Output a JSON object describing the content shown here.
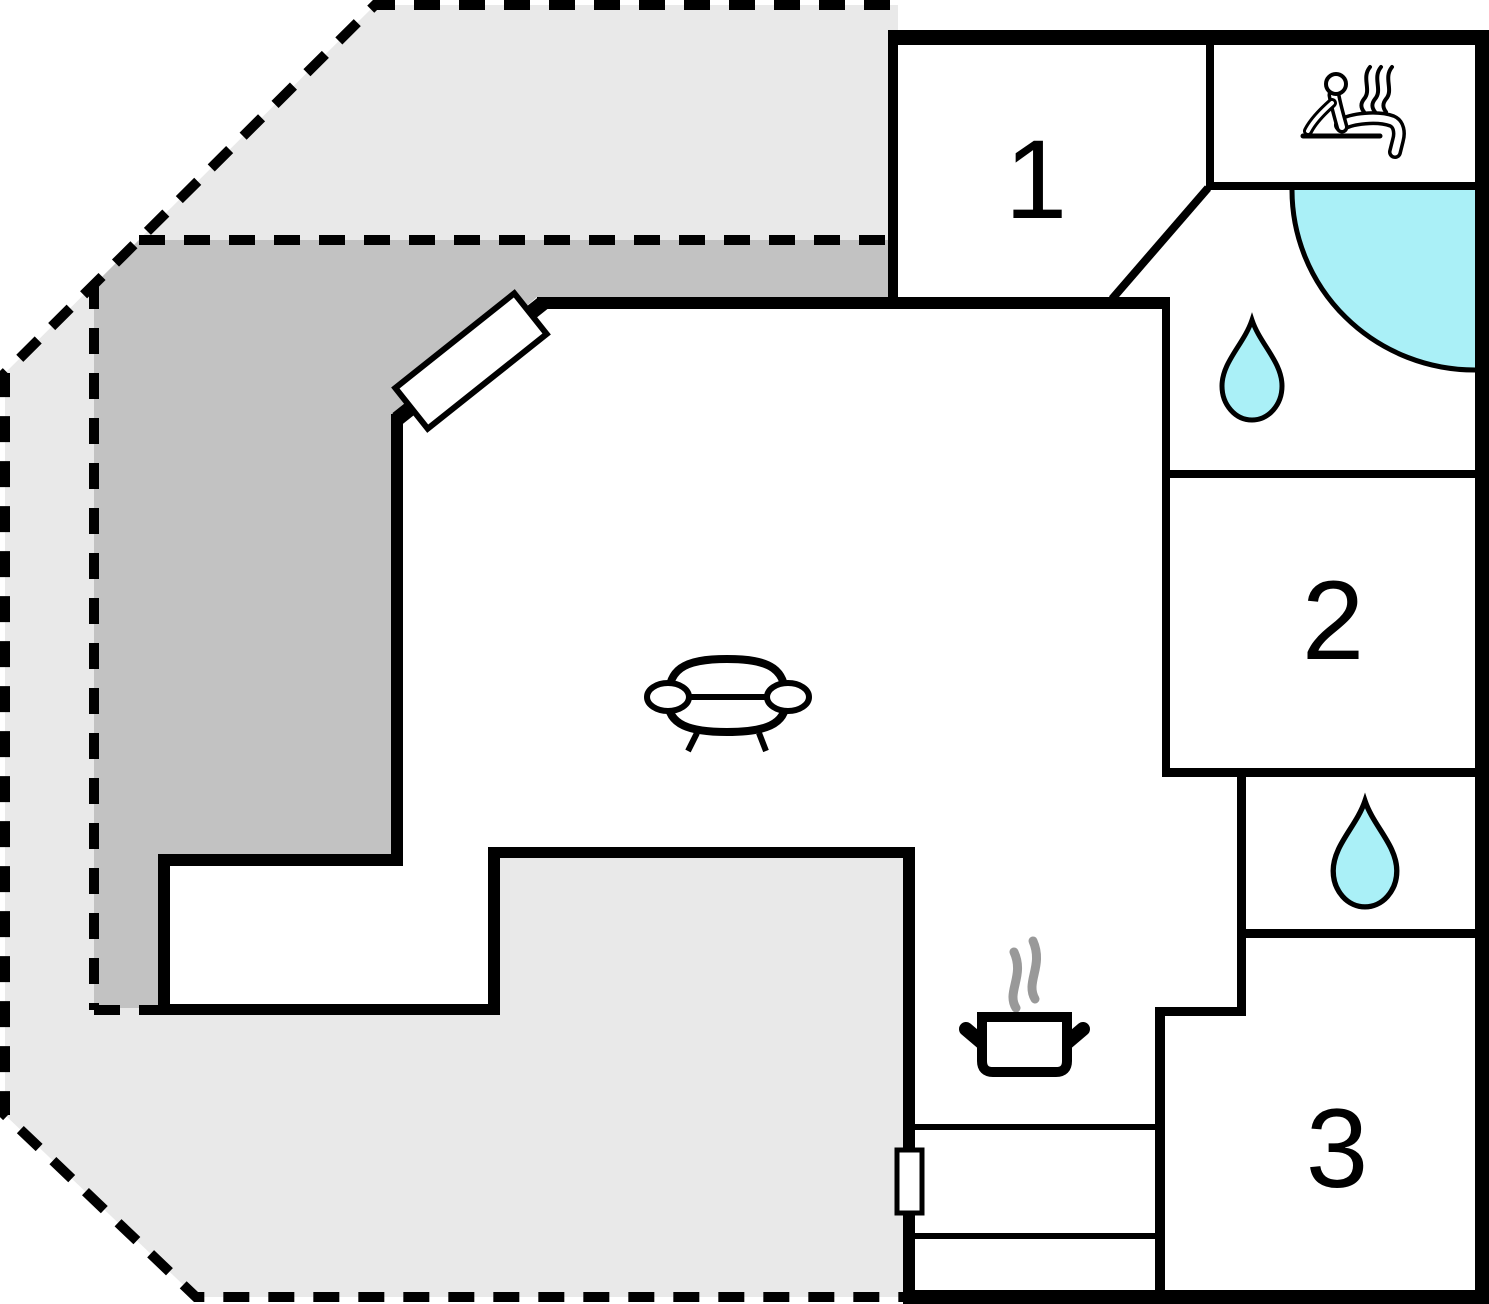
{
  "plan": {
    "type": "vacation-house-floor-plan",
    "rooms": [
      {
        "label": "1"
      },
      {
        "label": "2"
      },
      {
        "label": "3"
      }
    ],
    "colors": {
      "wall": "#000000",
      "terrace_light": "#e9e9e9",
      "terrace_dark": "#c2c2c2",
      "water": "#aaf0f7",
      "steam_gray": "#999999",
      "interior": "#ffffff"
    },
    "icons": {
      "sauna": "sauna-person-with-steam",
      "corner_bath": "corner-bathtub",
      "bathroom_1": "water-drop",
      "bathroom_2": "water-drop",
      "living": "sofa",
      "kitchen": "steaming-pot",
      "stairs": "stairs",
      "door_diagonal": "door-opening",
      "door_stairs": "door-opening"
    }
  }
}
